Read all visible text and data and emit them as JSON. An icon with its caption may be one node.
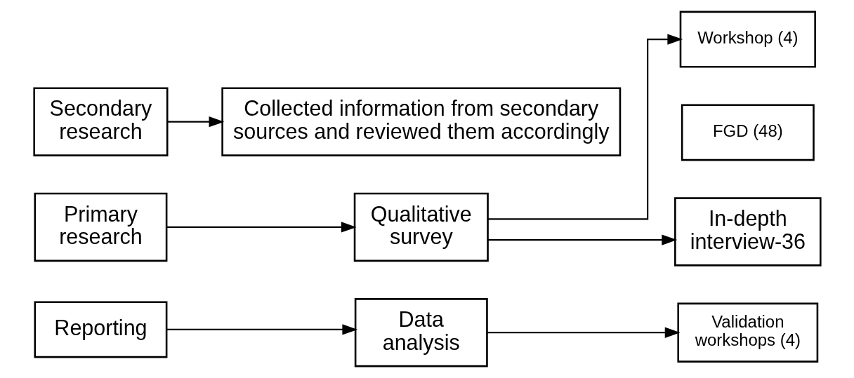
{
  "diagram": {
    "nodes": [
      {
        "text": [
          "Secondary research"
        ]
      },
      {
        "text": [
          "Collected information from secondary sources and reviewed them accordingly"
        ]
      },
      {
        "text": [
          "Primary research"
        ]
      },
      {
        "text": [
          "Qualitative survey"
        ]
      },
      {
        "text": [
          "Workshop (4)"
        ]
      },
      {
        "text": [
          "FGD (48)"
        ]
      },
      {
        "text": [
          "In-depth interview-36"
        ]
      },
      {
        "text": [
          "Reporting"
        ]
      },
      {
        "text": [
          "Data analysis"
        ]
      },
      {
        "text": [
          "Validation workshops (4)"
        ]
      }
    ],
    "edges": [
      {
        "from": 0,
        "to": 1,
        "arrow": "to"
      },
      {
        "from": 2,
        "to": 3,
        "arrow": "to"
      },
      {
        "from": 3,
        "to": 4,
        "arrow": "to"
      },
      {
        "from": 3,
        "to": 6,
        "arrow": "to"
      },
      {
        "from": 7,
        "to": 8,
        "arrow": "to"
      },
      {
        "from": 8,
        "to": 9,
        "arrow": "to"
      }
    ]
  }
}
